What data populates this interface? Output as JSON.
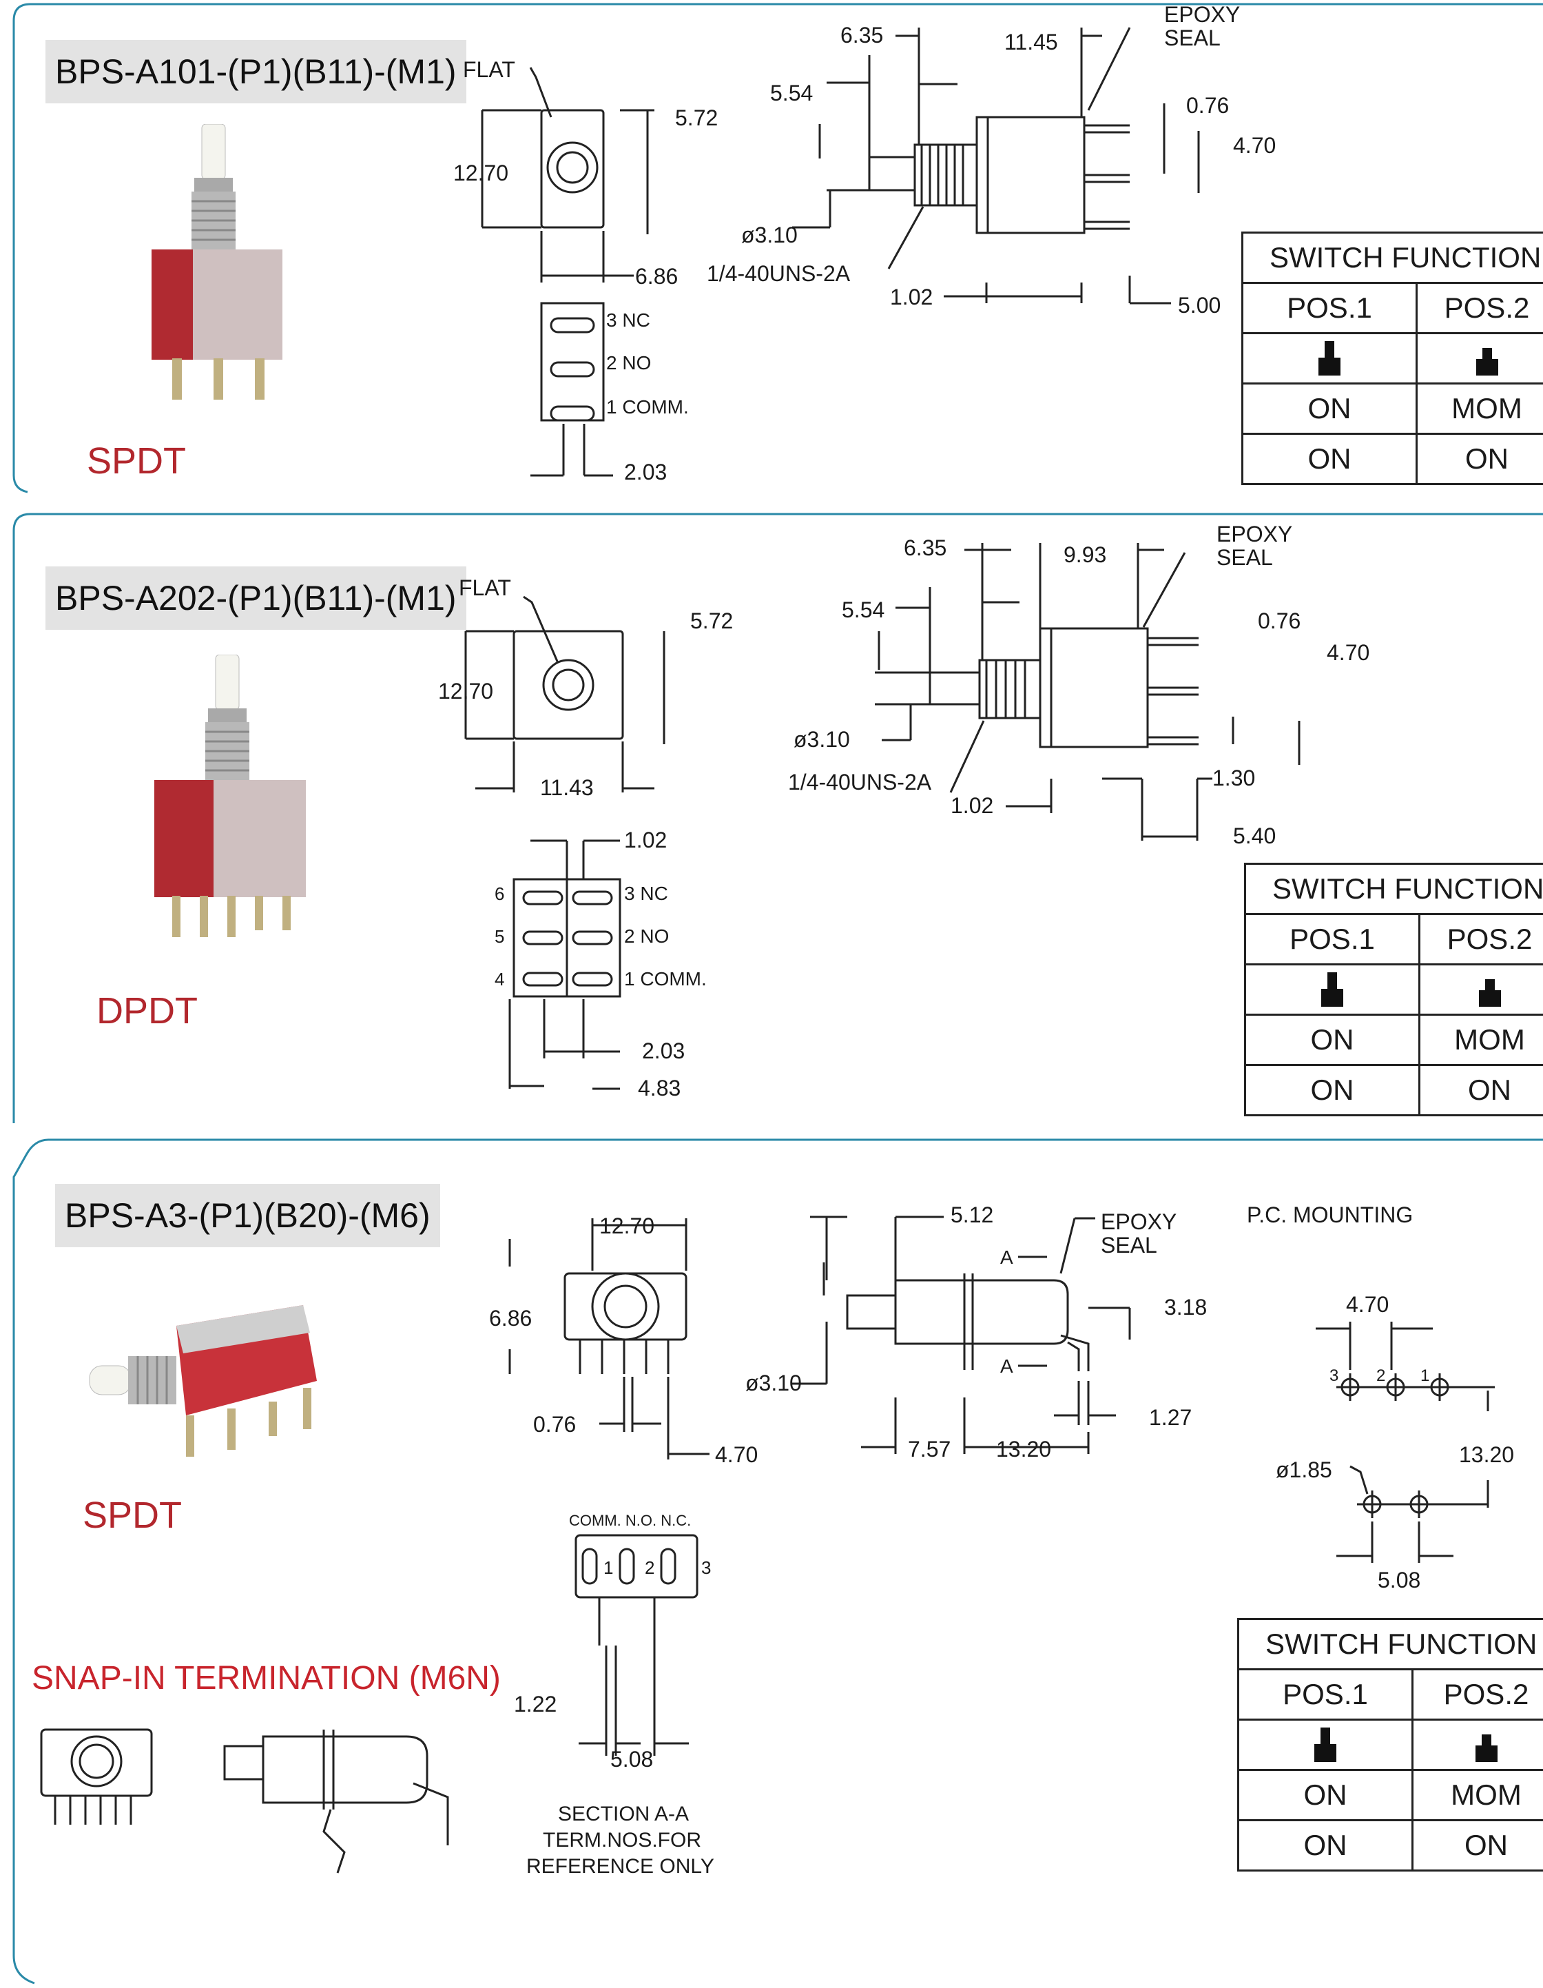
{
  "colors": {
    "frame": "#2a8aa8",
    "red": "#b2272d",
    "label_bg": "#e3e3e3",
    "switch_red": "#c8323a"
  },
  "switch_table": {
    "header": "SWITCH FUNCTION",
    "pos1": "POS.1",
    "pos2": "POS.2",
    "actuator_icon": "pushbutton-icon",
    "row1": [
      "ON",
      "MOM"
    ],
    "row2": [
      "ON",
      "ON"
    ]
  },
  "sections": [
    {
      "part": "BPS-A101-(P1)(B11)-(M1)",
      "type": "SPDT",
      "flat": "FLAT",
      "epoxy": [
        "EPOXY",
        "SEAL"
      ],
      "dims": {
        "d635": "6.35",
        "d1145": "11.45",
        "d554": "5.54",
        "d572": "5.72",
        "d076": "0.76",
        "d470": "4.70",
        "d1270": "12.70",
        "d686": "6.86",
        "d310": "ø3.10",
        "thread": "1/4-40UNS-2A",
        "d102": "1.02",
        "d500": "5.00",
        "d203": "2.03"
      },
      "terms": [
        "3 NC",
        "2 NO",
        "1 COMM."
      ]
    },
    {
      "part": "BPS-A202-(P1)(B11)-(M1)",
      "type": "DPDT",
      "flat": "FLAT",
      "epoxy": [
        "EPOXY",
        "SEAL"
      ],
      "dims": {
        "d635": "6.35",
        "d993": "9.93",
        "d554": "5.54",
        "d572": "5.72",
        "d076": "0.76",
        "d470": "4.70",
        "d1270": "12.70",
        "d1143": "11.43",
        "d310": "ø3.10",
        "thread": "1/4-40UNS-2A",
        "d102a": "1.02",
        "d130": "1.30",
        "d540": "5.40",
        "d102b": "1.02",
        "d203": "2.03",
        "d483": "4.83"
      },
      "terms": [
        "3 NC",
        "2 NO",
        "1 COMM."
      ],
      "pins": [
        "6",
        "5",
        "4"
      ]
    },
    {
      "part": "BPS-A3-(P1)(B20)-(M6)",
      "type": "SPDT",
      "snap": "SNAP-IN TERMINATION  (M6N)",
      "epoxy": [
        "EPOXY",
        "SEAL"
      ],
      "pcm": "P.C. MOUNTING",
      "dims": {
        "d1270": "12.70",
        "d686": "6.86",
        "d076": "0.76",
        "d470": "4.70",
        "d512": "5.12",
        "d318": "3.18",
        "d310": "ø3.10",
        "d127": "1.27",
        "d757": "7.57",
        "d1320": "13.20",
        "a": "A",
        "pc470": "4.70",
        "pc1320": "13.20",
        "d185": "ø1.85",
        "d508": "5.08",
        "d122": "1.22",
        "d508b": "5.08"
      },
      "term_header": "COMM. N.O. N.C.",
      "term_nums": [
        "1",
        "2",
        "3"
      ],
      "pc_nums": [
        "3",
        "2",
        "1"
      ],
      "section_note": [
        "SECTION A-A",
        "TERM.NOS.FOR",
        "REFERENCE ONLY"
      ]
    }
  ]
}
